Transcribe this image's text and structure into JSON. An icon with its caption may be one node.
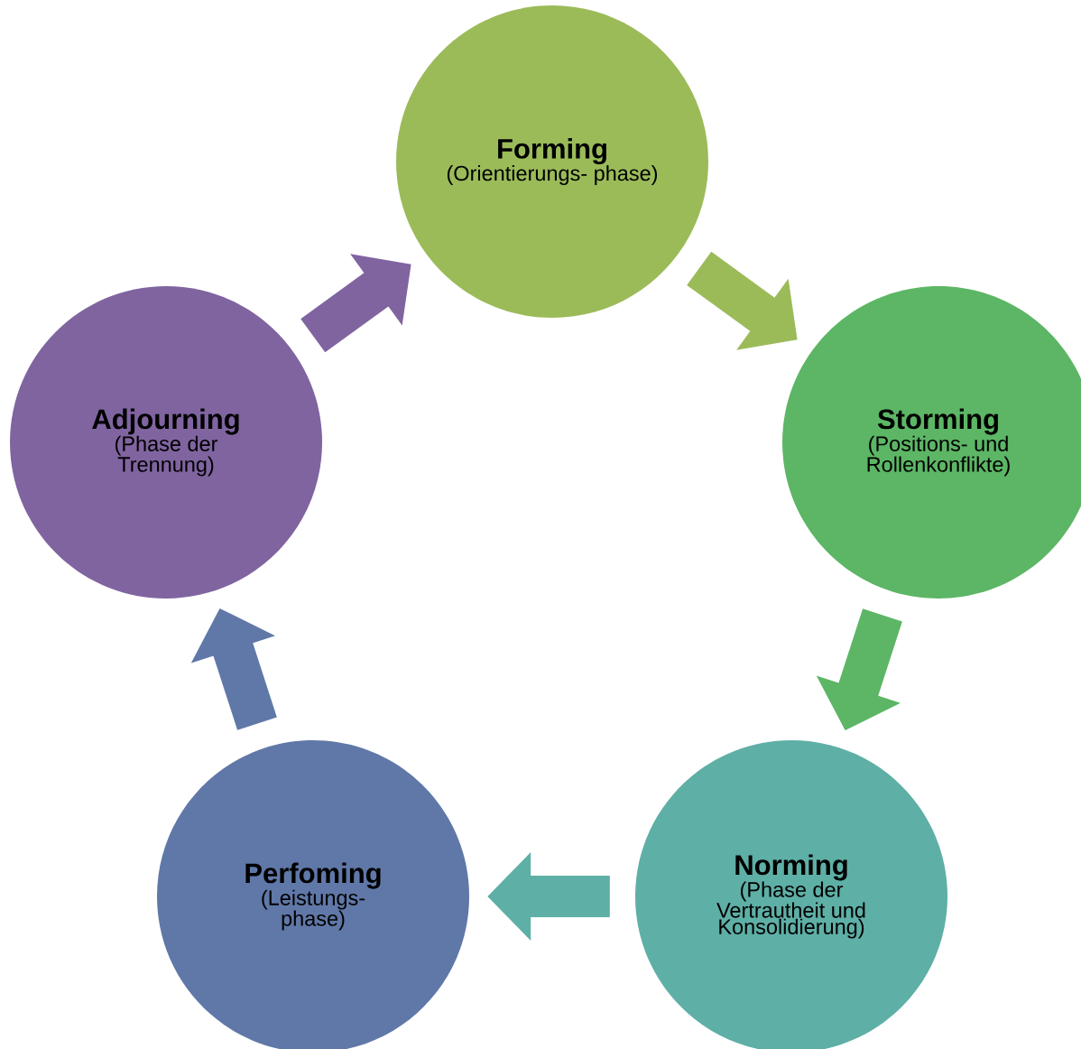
{
  "diagram": {
    "nodes": [
      {
        "text": [
          "Forming",
          "(Orientierungs- phase)"
        ]
      },
      {
        "text": [
          "Storming",
          "(Positions- und Rollenkonflikte)"
        ]
      },
      {
        "text": [
          "Norming",
          "(Phase der Vertrautheit und Konsolidierung)"
        ]
      },
      {
        "text": [
          "Perfoming",
          "(Leistungs- phase)"
        ]
      },
      {
        "text": [
          "Adjourning",
          "(Phase der Trennung)"
        ]
      }
    ],
    "edges": [
      {
        "from": 0,
        "to": 1,
        "arrow": "to",
        "color": "#9bbb59"
      },
      {
        "from": 1,
        "to": 2,
        "arrow": "to",
        "color": "#5cb665"
      },
      {
        "from": 2,
        "to": 3,
        "arrow": "to",
        "color": "#5eafa6"
      },
      {
        "from": 3,
        "to": 4,
        "arrow": "to",
        "color": "#6078a8"
      },
      {
        "from": 4,
        "to": 0,
        "arrow": "to",
        "color": "#8064a0"
      }
    ]
  }
}
